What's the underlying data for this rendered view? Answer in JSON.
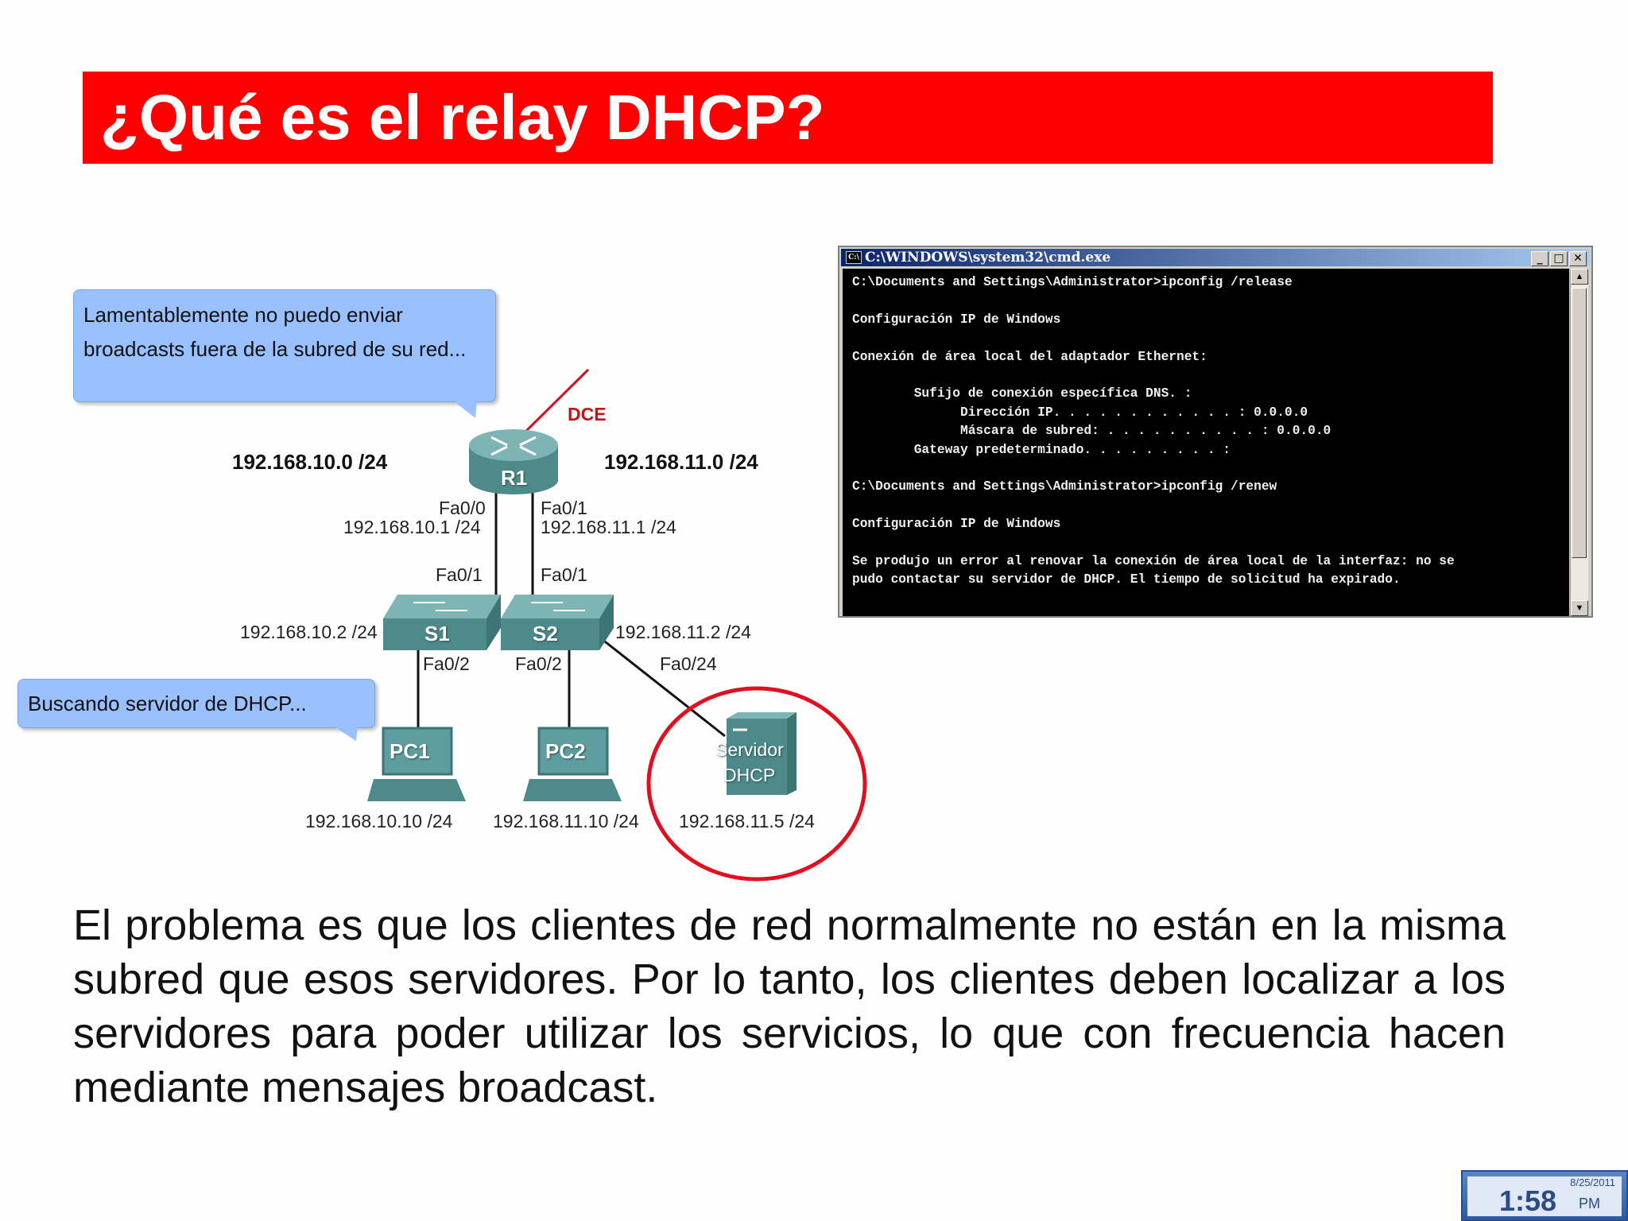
{
  "title": "¿Qué es el relay DHCP?",
  "bubbles": {
    "top": "Lamentablemente no puedo enviar broadcasts fuera de la subred de su red...",
    "bottom": "Buscando servidor de DHCP..."
  },
  "diagram": {
    "network_left": "192.168.10.0 /24",
    "network_right": "192.168.11.0 /24",
    "dce": "DCE",
    "router": "R1",
    "switch1": "S1",
    "switch2": "S2",
    "pc1": "PC1",
    "pc2": "PC2",
    "server_line1": "Servidor",
    "server_line2": "DHCP",
    "r1_fa00": "Fa0/0",
    "r1_fa00_ip": "192.168.10.1 /24",
    "r1_fa01": "Fa0/1",
    "r1_fa01_ip": "192.168.11.1 /24",
    "s1_fa01": "Fa0/1",
    "s2_fa01": "Fa0/1",
    "s1_ip": "192.168.10.2 /24",
    "s2_ip": "192.168.11.2 /24",
    "s1_fa02": "Fa0/2",
    "s2_fa02": "Fa0/2",
    "s2_fa024": "Fa0/24",
    "pc1_ip": "192.168.10.10 /24",
    "pc2_ip": "192.168.11.10 /24",
    "server_ip": "192.168.11.5 /24",
    "highlight_color": "#e01020",
    "device_color": "#5f9ea0"
  },
  "cmd": {
    "title": "C:\\WINDOWS\\system32\\cmd.exe",
    "lines": [
      "C:\\Documents and Settings\\Administrator>ipconfig /release",
      "",
      "Configuración IP de Windows",
      "",
      "Conexión de área local del adaptador Ethernet:",
      "",
      "        Sufijo de conexión específica DNS. :",
      "              Dirección IP. . . . . . . . . . . . : 0.0.0.0",
      "              Máscara de subred: . . . . . . . . . . : 0.0.0.0",
      "        Gateway predeterminado. . . . . . . . . :",
      "",
      "C:\\Documents and Settings\\Administrator>ipconfig /renew",
      "",
      "Configuración IP de Windows",
      "",
      "Se produjo un error al renovar la conexión de área local de la interfaz: no se",
      "pudo contactar su servidor de DHCP. El tiempo de solicitud ha expirado."
    ]
  },
  "paragraph": "El problema es que los clientes de red normalmente no están en la misma subred que esos servidores. Por lo tanto, los clientes deben localizar a los servidores para poder utilizar los servicios, lo que con frecuencia hacen mediante mensajes broadcast.",
  "clock": {
    "date": "8/25/2011",
    "time": "1:58",
    "ampm": "PM"
  }
}
